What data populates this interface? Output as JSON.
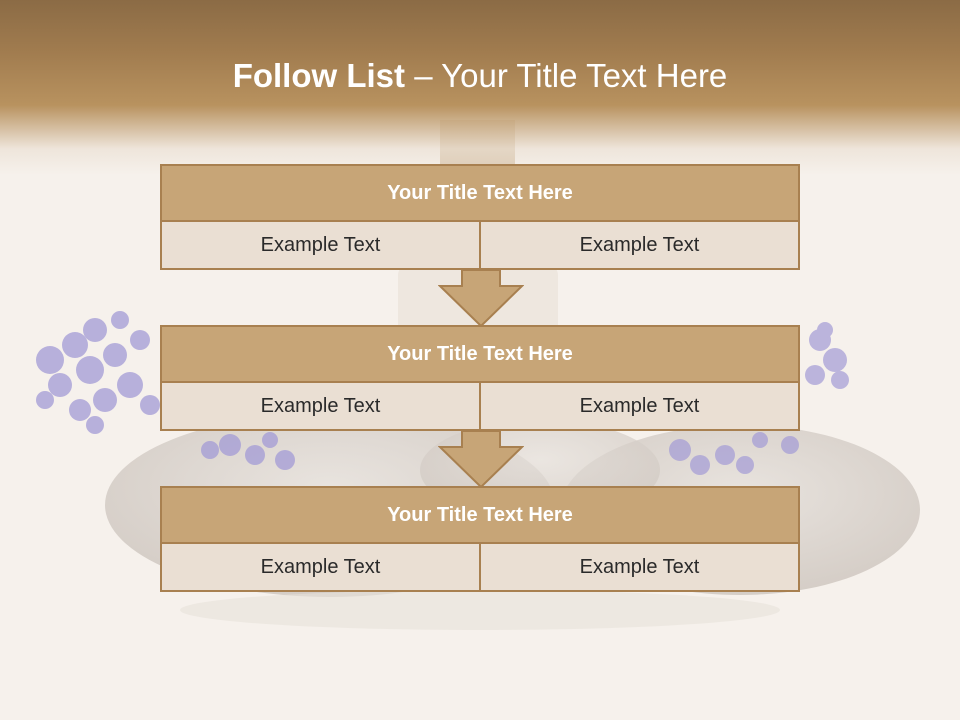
{
  "title": {
    "bold": "Follow List",
    "rest": " – Your Title Text Here"
  },
  "blocks": [
    {
      "title": "Your Title Text Here",
      "cells": [
        "Example Text",
        "Example Text"
      ]
    },
    {
      "title": "Your Title Text Here",
      "cells": [
        "Example Text",
        "Example Text"
      ]
    },
    {
      "title": "Your Title Text Here",
      "cells": [
        "Example Text",
        "Example Text"
      ]
    }
  ],
  "colors": {
    "header": "#a17c4f",
    "block_fill": "#c7a577",
    "block_border": "#a88050",
    "cell_fill": "#eadfd3",
    "background": "#f6f1ec"
  }
}
